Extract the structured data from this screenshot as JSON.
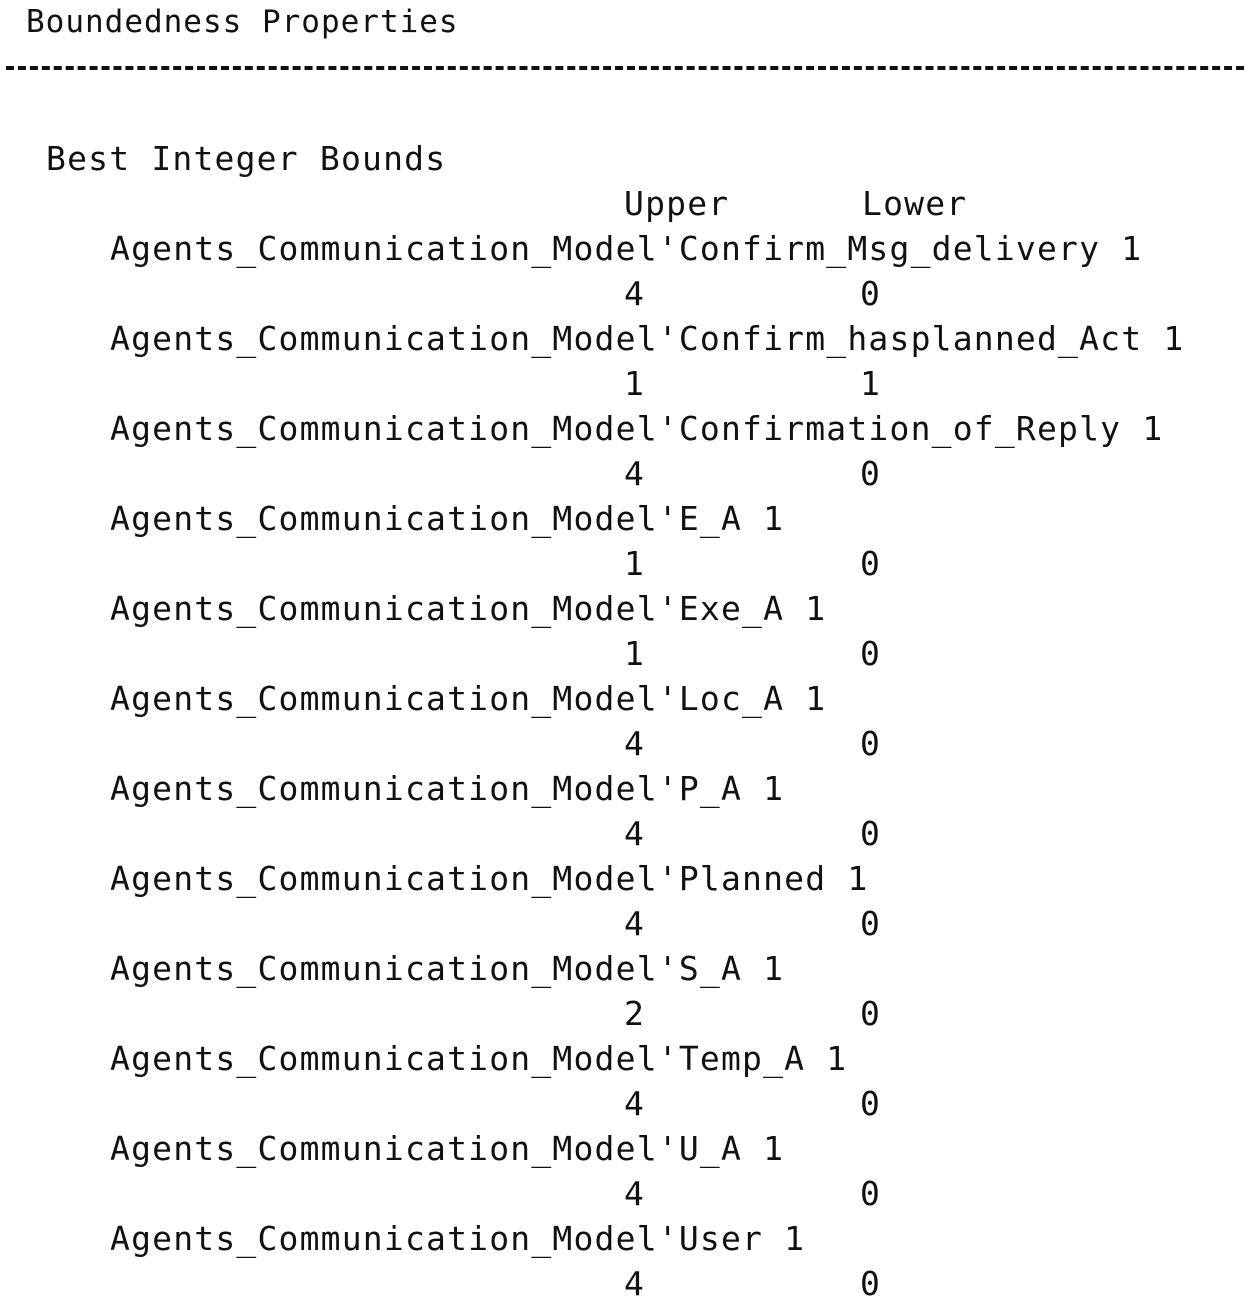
{
  "title": "Boundedness Properties",
  "separator": "-------------------------------------------------------------------------------",
  "subheading": "Best Integer Bounds",
  "columns": {
    "upper": "Upper",
    "lower": "Lower"
  },
  "entries": [
    {
      "place": "Agents_Communication_Model'Confirm_Msg_delivery 1",
      "upper": "4",
      "lower": "0"
    },
    {
      "place": "Agents_Communication_Model'Confirm_hasplanned_Act 1",
      "upper": "1",
      "lower": "1"
    },
    {
      "place": "Agents_Communication_Model'Confirmation_of_Reply 1",
      "upper": "4",
      "lower": "0"
    },
    {
      "place": "Agents_Communication_Model'E_A 1",
      "upper": "1",
      "lower": "0"
    },
    {
      "place": "Agents_Communication_Model'Exe_A 1",
      "upper": "1",
      "lower": "0"
    },
    {
      "place": "Agents_Communication_Model'Loc_A 1",
      "upper": "4",
      "lower": "0"
    },
    {
      "place": "Agents_Communication_Model'P_A 1",
      "upper": "4",
      "lower": "0"
    },
    {
      "place": "Agents_Communication_Model'Planned 1",
      "upper": "4",
      "lower": "0"
    },
    {
      "place": "Agents_Communication_Model'S_A 1",
      "upper": "2",
      "lower": "0"
    },
    {
      "place": "Agents_Communication_Model'Temp_A 1",
      "upper": "4",
      "lower": "0"
    },
    {
      "place": "Agents_Communication_Model'U_A 1",
      "upper": "4",
      "lower": "0"
    },
    {
      "place": "Agents_Communication_Model'User 1",
      "upper": "4",
      "lower": "0"
    }
  ]
}
